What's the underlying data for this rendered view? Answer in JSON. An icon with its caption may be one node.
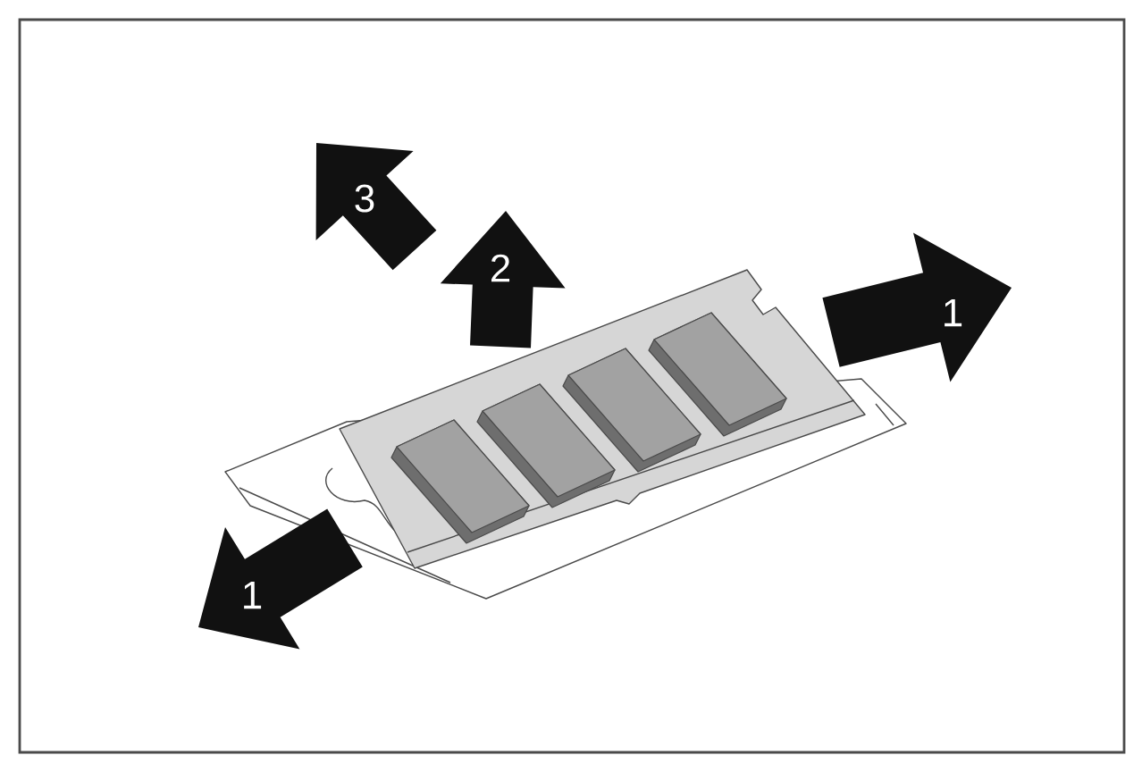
{
  "diagram": {
    "labels": [
      "3",
      "2",
      "1",
      "1"
    ]
  }
}
